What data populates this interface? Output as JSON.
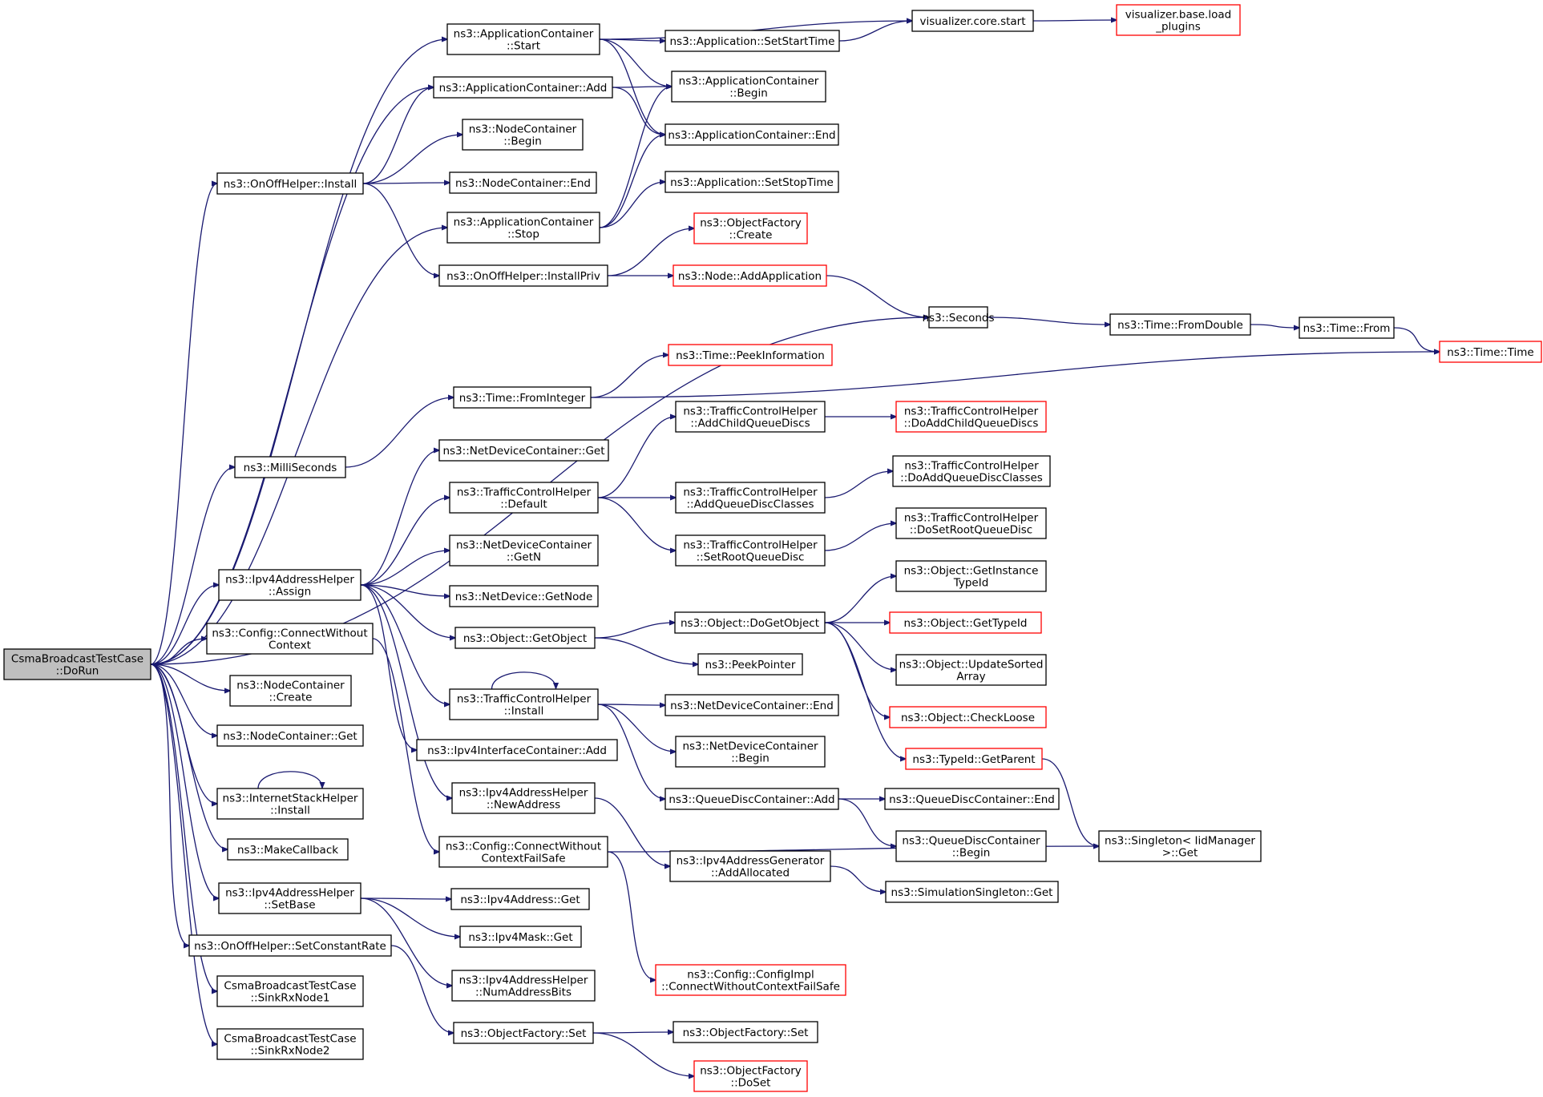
{
  "colors": {
    "edge": "#191970",
    "node_border": "#000000",
    "node_border_incomplete": "#ff0000",
    "root_fill": "#bfbfbf",
    "background": "#ffffff"
  },
  "nodes": [
    {
      "id": "dorun",
      "lines": [
        "CsmaBroadcastTestCase",
        "::DoRun"
      ],
      "style": "root"
    },
    {
      "id": "appstart",
      "lines": [
        "ns3::ApplicationContainer",
        "::Start"
      ],
      "style": "normal"
    },
    {
      "id": "viscore",
      "lines": [
        "visualizer.core.start"
      ],
      "style": "normal"
    },
    {
      "id": "visbase",
      "lines": [
        "visualizer.base.load",
        "_plugins"
      ],
      "style": "incomplete"
    },
    {
      "id": "setstart",
      "lines": [
        "ns3::Application::SetStartTime"
      ],
      "style": "normal"
    },
    {
      "id": "appadd",
      "lines": [
        "ns3::ApplicationContainer::Add"
      ],
      "style": "normal"
    },
    {
      "id": "appbegin",
      "lines": [
        "ns3::ApplicationContainer",
        "::Begin"
      ],
      "style": "normal"
    },
    {
      "id": "append",
      "lines": [
        "ns3::ApplicationContainer::End"
      ],
      "style": "normal"
    },
    {
      "id": "ncbegin",
      "lines": [
        "ns3::NodeContainer",
        "::Begin"
      ],
      "style": "normal"
    },
    {
      "id": "onoffinst",
      "lines": [
        "ns3::OnOffHelper::Install"
      ],
      "style": "normal"
    },
    {
      "id": "ncend",
      "lines": [
        "ns3::NodeContainer::End"
      ],
      "style": "normal"
    },
    {
      "id": "setstop",
      "lines": [
        "ns3::Application::SetStopTime"
      ],
      "style": "normal"
    },
    {
      "id": "appstop",
      "lines": [
        "ns3::ApplicationContainer",
        "::Stop"
      ],
      "style": "normal"
    },
    {
      "id": "ofcreate",
      "lines": [
        "ns3::ObjectFactory",
        "::Create"
      ],
      "style": "incomplete"
    },
    {
      "id": "instpriv",
      "lines": [
        "ns3::OnOffHelper::InstallPriv"
      ],
      "style": "normal"
    },
    {
      "id": "addapp",
      "lines": [
        "ns3::Node::AddApplication"
      ],
      "style": "incomplete"
    },
    {
      "id": "seconds",
      "lines": [
        "ns3::Seconds"
      ],
      "style": "normal"
    },
    {
      "id": "fromdouble",
      "lines": [
        "ns3::Time::FromDouble"
      ],
      "style": "normal"
    },
    {
      "id": "timefrom",
      "lines": [
        "ns3::Time::From"
      ],
      "style": "normal"
    },
    {
      "id": "timetime",
      "lines": [
        "ns3::Time::Time"
      ],
      "style": "incomplete"
    },
    {
      "id": "peekinfo",
      "lines": [
        "ns3::Time::PeekInformation"
      ],
      "style": "incomplete"
    },
    {
      "id": "fromint",
      "lines": [
        "ns3::Time::FromInteger"
      ],
      "style": "normal"
    },
    {
      "id": "doaddchild",
      "lines": [
        "ns3::TrafficControlHelper",
        "::DoAddChildQueueDiscs"
      ],
      "style": "incomplete"
    },
    {
      "id": "addchild",
      "lines": [
        "ns3::TrafficControlHelper",
        "::AddChildQueueDiscs"
      ],
      "style": "normal"
    },
    {
      "id": "millis",
      "lines": [
        "ns3::MilliSeconds"
      ],
      "style": "normal"
    },
    {
      "id": "ndcget",
      "lines": [
        "ns3::NetDeviceContainer::Get"
      ],
      "style": "normal"
    },
    {
      "id": "doaddclasses",
      "lines": [
        "ns3::TrafficControlHelper",
        "::DoAddQueueDiscClasses"
      ],
      "style": "normal"
    },
    {
      "id": "tchdefault",
      "lines": [
        "ns3::TrafficControlHelper",
        "::Default"
      ],
      "style": "normal"
    },
    {
      "id": "addclasses",
      "lines": [
        "ns3::TrafficControlHelper",
        "::AddQueueDiscClasses"
      ],
      "style": "normal"
    },
    {
      "id": "dosetroot",
      "lines": [
        "ns3::TrafficControlHelper",
        "::DoSetRootQueueDisc"
      ],
      "style": "normal"
    },
    {
      "id": "ndcgetn",
      "lines": [
        "ns3::NetDeviceContainer",
        "::GetN"
      ],
      "style": "normal"
    },
    {
      "id": "setroot",
      "lines": [
        "ns3::TrafficControlHelper",
        "::SetRootQueueDisc"
      ],
      "style": "normal"
    },
    {
      "id": "getinstancetid",
      "lines": [
        "ns3::Object::GetInstance",
        "TypeId"
      ],
      "style": "normal"
    },
    {
      "id": "ipv4assign",
      "lines": [
        "ns3::Ipv4AddressHelper",
        "::Assign"
      ],
      "style": "normal"
    },
    {
      "id": "ndgetnode",
      "lines": [
        "ns3::NetDevice::GetNode"
      ],
      "style": "normal"
    },
    {
      "id": "dogetobject",
      "lines": [
        "ns3::Object::DoGetObject"
      ],
      "style": "normal"
    },
    {
      "id": "gettypeid",
      "lines": [
        "ns3::Object::GetTypeId"
      ],
      "style": "incomplete"
    },
    {
      "id": "connwithout",
      "lines": [
        "ns3::Config::ConnectWithout",
        "Context"
      ],
      "style": "normal"
    },
    {
      "id": "getobject",
      "lines": [
        "ns3::Object::GetObject"
      ],
      "style": "normal"
    },
    {
      "id": "updatesorted",
      "lines": [
        "ns3::Object::UpdateSorted",
        "Array"
      ],
      "style": "normal"
    },
    {
      "id": "nccreate",
      "lines": [
        "ns3::NodeContainer",
        "::Create"
      ],
      "style": "normal"
    },
    {
      "id": "peekptr",
      "lines": [
        "ns3::PeekPointer"
      ],
      "style": "normal"
    },
    {
      "id": "tchinstall",
      "lines": [
        "ns3::TrafficControlHelper",
        "::Install"
      ],
      "style": "normal"
    },
    {
      "id": "ndcend",
      "lines": [
        "ns3::NetDeviceContainer::End"
      ],
      "style": "normal"
    },
    {
      "id": "checkloose",
      "lines": [
        "ns3::Object::CheckLoose"
      ],
      "style": "incomplete"
    },
    {
      "id": "ncget",
      "lines": [
        "ns3::NodeContainer::Get"
      ],
      "style": "normal"
    },
    {
      "id": "ndcbegin",
      "lines": [
        "ns3::NetDeviceContainer",
        "::Begin"
      ],
      "style": "normal"
    },
    {
      "id": "tidgetparent",
      "lines": [
        "ns3::TypeId::GetParent"
      ],
      "style": "incomplete"
    },
    {
      "id": "iicadd",
      "lines": [
        "ns3::Ipv4InterfaceContainer::Add"
      ],
      "style": "normal"
    },
    {
      "id": "ishinstall",
      "lines": [
        "ns3::InternetStackHelper",
        "::Install"
      ],
      "style": "normal"
    },
    {
      "id": "newaddr",
      "lines": [
        "ns3::Ipv4AddressHelper",
        "::NewAddress"
      ],
      "style": "normal"
    },
    {
      "id": "qdcadd",
      "lines": [
        "ns3::QueueDiscContainer::Add"
      ],
      "style": "normal"
    },
    {
      "id": "qdcend",
      "lines": [
        "ns3::QueueDiscContainer::End"
      ],
      "style": "normal"
    },
    {
      "id": "singleton",
      "lines": [
        "ns3::Singleton< IidManager",
        " >::Get"
      ],
      "style": "normal"
    },
    {
      "id": "qdcbegin",
      "lines": [
        "ns3::QueueDiscContainer",
        "::Begin"
      ],
      "style": "normal"
    },
    {
      "id": "makecb",
      "lines": [
        "ns3::MakeCallback"
      ],
      "style": "normal"
    },
    {
      "id": "connwithoutfs",
      "lines": [
        "ns3::Config::ConnectWithout",
        "ContextFailSafe"
      ],
      "style": "normal"
    },
    {
      "id": "addalloc",
      "lines": [
        "ns3::Ipv4AddressGenerator",
        "::AddAllocated"
      ],
      "style": "normal"
    },
    {
      "id": "setbase",
      "lines": [
        "ns3::Ipv4AddressHelper",
        "::SetBase"
      ],
      "style": "normal"
    },
    {
      "id": "simsingleton",
      "lines": [
        "ns3::SimulationSingleton::Get"
      ],
      "style": "normal"
    },
    {
      "id": "ipv4addrget",
      "lines": [
        "ns3::Ipv4Address::Get"
      ],
      "style": "normal"
    },
    {
      "id": "setconstrate",
      "lines": [
        "ns3::OnOffHelper::SetConstantRate"
      ],
      "style": "normal"
    },
    {
      "id": "ipv4maskget",
      "lines": [
        "ns3::Ipv4Mask::Get"
      ],
      "style": "normal"
    },
    {
      "id": "configimpl",
      "lines": [
        "ns3::Config::ConfigImpl",
        "::ConnectWithoutContextFailSafe"
      ],
      "style": "incomplete"
    },
    {
      "id": "sink1",
      "lines": [
        "CsmaBroadcastTestCase",
        "::SinkRxNode1"
      ],
      "style": "normal"
    },
    {
      "id": "numaddrbits",
      "lines": [
        "ns3::Ipv4AddressHelper",
        "::NumAddressBits"
      ],
      "style": "normal"
    },
    {
      "id": "ofset",
      "lines": [
        "ns3::ObjectFactory::Set"
      ],
      "style": "normal"
    },
    {
      "id": "ofset2",
      "lines": [
        "ns3::ObjectFactory::Set"
      ],
      "style": "normal"
    },
    {
      "id": "sink2",
      "lines": [
        "CsmaBroadcastTestCase",
        "::SinkRxNode2"
      ],
      "style": "normal"
    },
    {
      "id": "ofdoset",
      "lines": [
        "ns3::ObjectFactory",
        "::DoSet"
      ],
      "style": "incomplete"
    }
  ],
  "edges": [
    [
      "dorun",
      "appstart"
    ],
    [
      "dorun",
      "appadd"
    ],
    [
      "dorun",
      "onoffinst"
    ],
    [
      "dorun",
      "appstop"
    ],
    [
      "dorun",
      "seconds"
    ],
    [
      "dorun",
      "millis"
    ],
    [
      "dorun",
      "ipv4assign"
    ],
    [
      "dorun",
      "connwithout"
    ],
    [
      "dorun",
      "nccreate"
    ],
    [
      "dorun",
      "ncget"
    ],
    [
      "dorun",
      "ishinstall"
    ],
    [
      "dorun",
      "makecb"
    ],
    [
      "dorun",
      "setbase"
    ],
    [
      "dorun",
      "setconstrate"
    ],
    [
      "dorun",
      "sink1"
    ],
    [
      "dorun",
      "sink2"
    ],
    [
      "appstart",
      "viscore"
    ],
    [
      "appstart",
      "setstart"
    ],
    [
      "appstart",
      "appbegin"
    ],
    [
      "appstart",
      "append"
    ],
    [
      "setstart",
      "viscore"
    ],
    [
      "viscore",
      "visbase"
    ],
    [
      "appadd",
      "appbegin"
    ],
    [
      "appadd",
      "append"
    ],
    [
      "onoffinst",
      "appadd"
    ],
    [
      "onoffinst",
      "ncbegin"
    ],
    [
      "onoffinst",
      "ncend"
    ],
    [
      "onoffinst",
      "instpriv"
    ],
    [
      "appstop",
      "appbegin"
    ],
    [
      "appstop",
      "append"
    ],
    [
      "appstop",
      "setstop"
    ],
    [
      "instpriv",
      "ofcreate"
    ],
    [
      "instpriv",
      "addapp"
    ],
    [
      "addapp",
      "seconds"
    ],
    [
      "seconds",
      "fromdouble"
    ],
    [
      "fromdouble",
      "timefrom"
    ],
    [
      "timefrom",
      "timetime"
    ],
    [
      "millis",
      "fromint"
    ],
    [
      "fromint",
      "peekinfo"
    ],
    [
      "fromint",
      "timetime"
    ],
    [
      "ipv4assign",
      "ndcget"
    ],
    [
      "ipv4assign",
      "tchdefault"
    ],
    [
      "ipv4assign",
      "ndcgetn"
    ],
    [
      "ipv4assign",
      "ndgetnode"
    ],
    [
      "ipv4assign",
      "getobject"
    ],
    [
      "ipv4assign",
      "tchinstall"
    ],
    [
      "ipv4assign",
      "iicadd"
    ],
    [
      "ipv4assign",
      "newaddr"
    ],
    [
      "tchdefault",
      "addchild"
    ],
    [
      "tchdefault",
      "addclasses"
    ],
    [
      "tchdefault",
      "setroot"
    ],
    [
      "addchild",
      "doaddchild"
    ],
    [
      "addclasses",
      "doaddclasses"
    ],
    [
      "setroot",
      "dosetroot"
    ],
    [
      "getobject",
      "dogetobject"
    ],
    [
      "getobject",
      "peekptr"
    ],
    [
      "dogetobject",
      "getinstancetid"
    ],
    [
      "dogetobject",
      "gettypeid"
    ],
    [
      "dogetobject",
      "updatesorted"
    ],
    [
      "dogetobject",
      "checkloose"
    ],
    [
      "dogetobject",
      "tidgetparent"
    ],
    [
      "tidgetparent",
      "singleton"
    ],
    [
      "tchinstall",
      "tchinstall"
    ],
    [
      "tchinstall",
      "ndcend"
    ],
    [
      "tchinstall",
      "ndcbegin"
    ],
    [
      "tchinstall",
      "qdcadd"
    ],
    [
      "qdcadd",
      "qdcend"
    ],
    [
      "qdcadd",
      "qdcbegin"
    ],
    [
      "connwithout",
      "connwithoutfs"
    ],
    [
      "connwithoutfs",
      "singleton"
    ],
    [
      "connwithoutfs",
      "configimpl"
    ],
    [
      "newaddr",
      "addalloc"
    ],
    [
      "addalloc",
      "simsingleton"
    ],
    [
      "ishinstall",
      "ishinstall"
    ],
    [
      "setbase",
      "ipv4addrget"
    ],
    [
      "setbase",
      "ipv4maskget"
    ],
    [
      "setbase",
      "numaddrbits"
    ],
    [
      "setconstrate",
      "ofset"
    ],
    [
      "ofset",
      "ofset2"
    ],
    [
      "ofset",
      "ofdoset"
    ]
  ]
}
